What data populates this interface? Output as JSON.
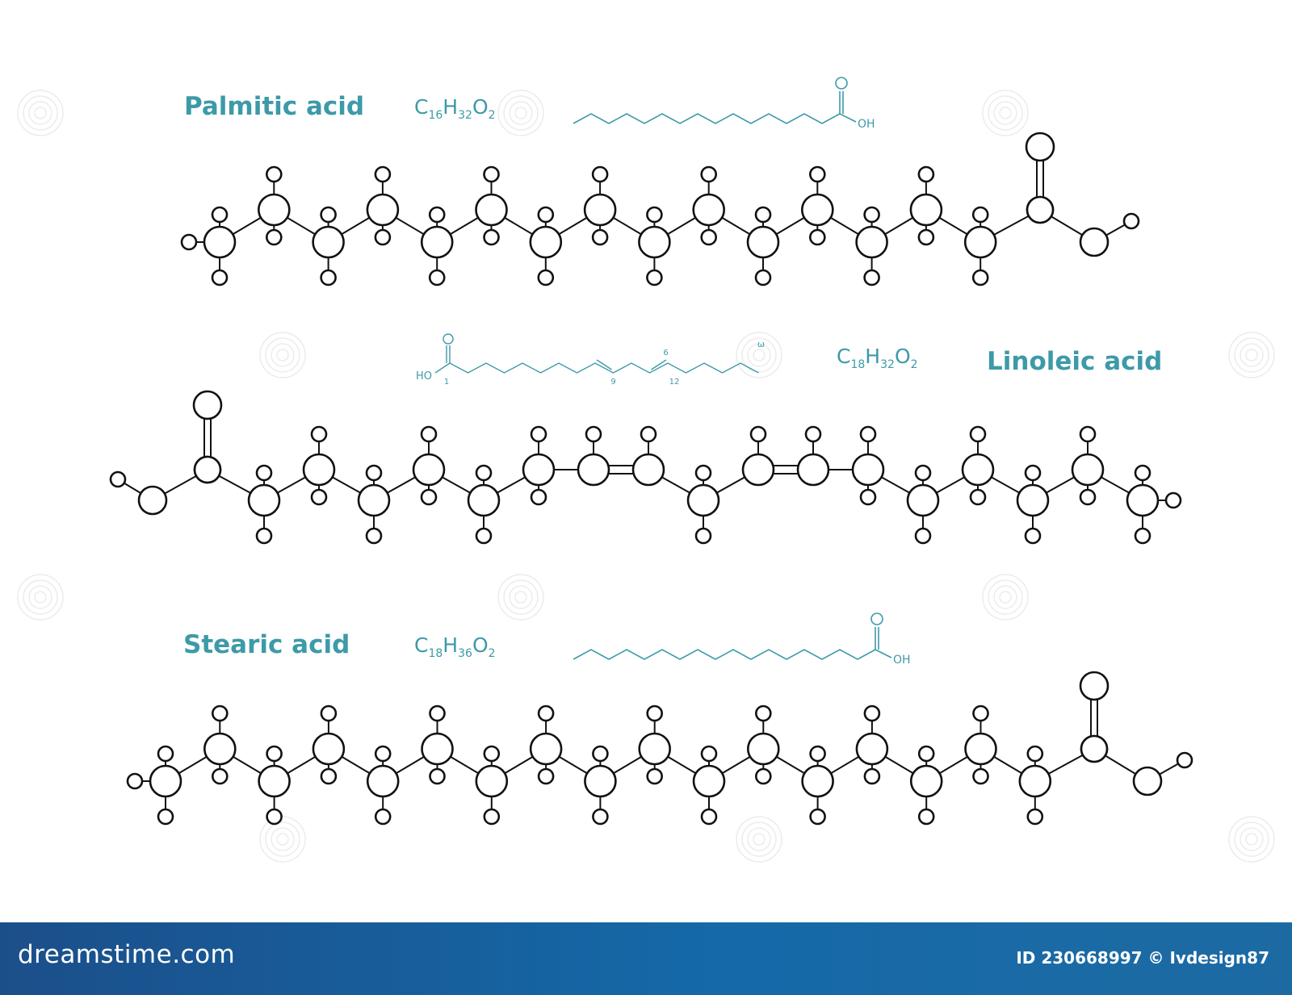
{
  "molecules": [
    {
      "name": "Palmitic acid",
      "formula": {
        "c": "16",
        "h": "32",
        "o": "2"
      },
      "skeleton_label": "OH"
    },
    {
      "name": "Linoleic acid",
      "formula": {
        "c": "18",
        "h": "32",
        "o": "2"
      },
      "skeleton_labels": {
        "oh": "HO",
        "c1": "1",
        "c9": "9",
        "c12": "12",
        "n6": "6",
        "omega": "ω"
      }
    },
    {
      "name": "Stearic acid",
      "formula": {
        "c": "18",
        "h": "36",
        "o": "2"
      },
      "skeleton_label": "OH"
    }
  ],
  "footer": {
    "brand": "dreamstime.com",
    "image_id": "ID 230668997",
    "author": "© Ivdesign87"
  },
  "colors": {
    "accent": "#3d9aa8",
    "stroke": "#111111",
    "footer": "#1569a8"
  }
}
